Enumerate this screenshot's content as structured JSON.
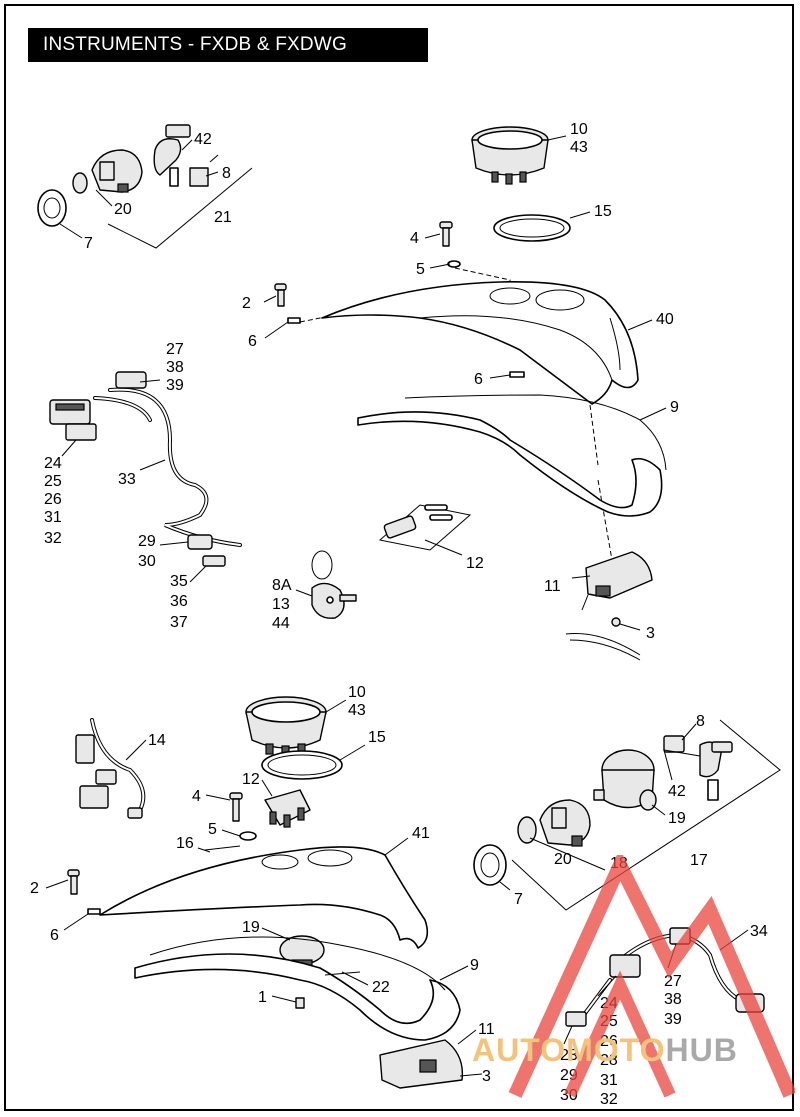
{
  "title": "INSTRUMENTS - FXDB & FXDWG",
  "watermark": {
    "part_a": "AUTOMOTO",
    "part_b": "HUB",
    "colors": {
      "triangle": "#e8453c",
      "text_a": "#f4c27a",
      "text_b": "#a9a9a9"
    }
  },
  "callouts_top": {
    "c10": "10",
    "c43": "43",
    "c15": "15",
    "c4": "4",
    "c5": "5",
    "c2": "2",
    "c6a": "6",
    "c40": "40",
    "c6b": "6",
    "c9": "9",
    "c42": "42",
    "c8": "8",
    "c20": "20",
    "c21": "21",
    "c7": "7",
    "c27": "27",
    "c38": "38",
    "c39": "39",
    "c24": "24",
    "c25": "25",
    "c26": "26",
    "c31": "31",
    "c32": "32",
    "c33": "33",
    "c29": "29",
    "c30": "30",
    "c35": "35",
    "c36": "36",
    "c37": "37",
    "c8A": "8A",
    "c13": "13",
    "c44": "44",
    "c12": "12",
    "c11": "11",
    "c3": "3"
  },
  "callouts_bottom": {
    "c10": "10",
    "c43": "43",
    "c15": "15",
    "c14": "14",
    "c12": "12",
    "c4": "4",
    "c5": "5",
    "c16": "16",
    "c41": "41",
    "c2": "2",
    "c6": "6",
    "c19a": "19",
    "c9": "9",
    "c22": "22",
    "c1": "1",
    "c11": "11",
    "c3": "3",
    "c8": "8",
    "c42": "42",
    "c19b": "19",
    "c20": "20",
    "c18": "18",
    "c17": "17",
    "c7": "7",
    "c34": "34",
    "c27": "27",
    "c38": "38",
    "c39": "39",
    "c24": "24",
    "c25": "25",
    "c26": "26",
    "c28": "28",
    "c31": "31",
    "c32": "32",
    "c23": "23",
    "c29": "29",
    "c30": "30"
  }
}
